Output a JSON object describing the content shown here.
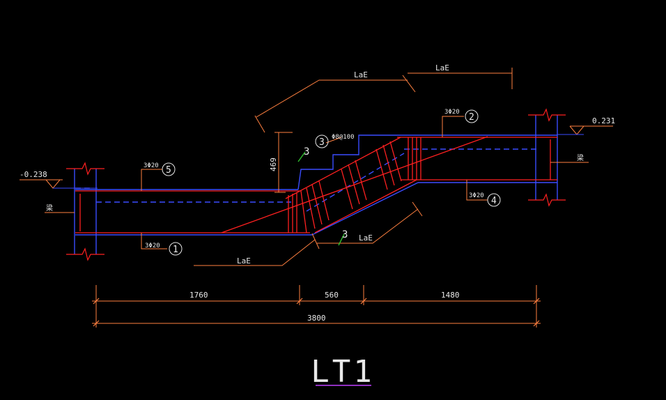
{
  "drawing": {
    "title": "LT1",
    "background_color": "#000000",
    "colors": {
      "rebar": "#ff2020",
      "concrete_outline": "#3a4cff",
      "dimension": "#e8e8e8",
      "leader": "#ff8040",
      "title_underline": "#c040ff",
      "section_mark": "#30c030"
    },
    "elevations": [
      {
        "value": "-0.238"
      },
      {
        "value": "0.231"
      }
    ],
    "beam_labels": [
      {
        "text": "梁"
      },
      {
        "text": "梁"
      }
    ],
    "rebar_callouts": [
      {
        "spec": "3Φ20",
        "number": "5"
      },
      {
        "spec": "3Φ20",
        "number": "1"
      },
      {
        "spec": "Φ8@100",
        "number": "3"
      },
      {
        "spec": "3Φ20",
        "number": "2"
      },
      {
        "spec": "3Φ20",
        "number": "4"
      }
    ],
    "anchorage_labels": [
      "LaE",
      "LaE",
      "LaE",
      "LaE"
    ],
    "section_marks": [
      "3",
      "3"
    ],
    "step_height": "469",
    "dimensions": {
      "segments": [
        "1760",
        "560",
        "1480"
      ],
      "total": "3800"
    }
  }
}
